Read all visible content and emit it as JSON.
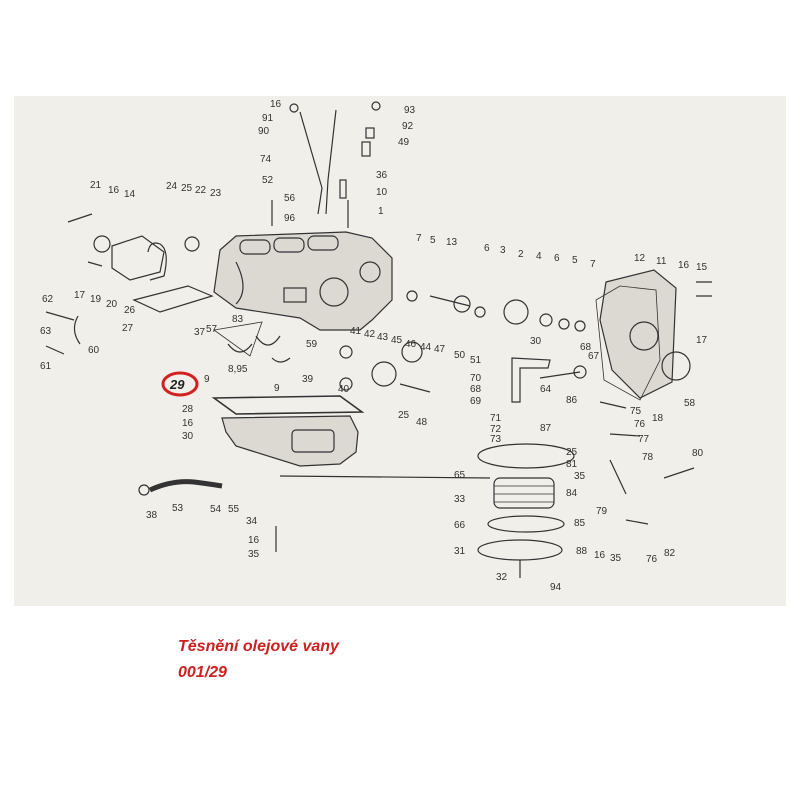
{
  "caption": {
    "title": "Těsnění olejové vany",
    "code": "001/29"
  },
  "highlight": {
    "label": "29",
    "color": "#d32020"
  },
  "callouts": [
    {
      "id": "c93",
      "label": "93"
    },
    {
      "id": "c92",
      "label": "92"
    },
    {
      "id": "c49",
      "label": "49"
    },
    {
      "id": "c16a",
      "label": "16"
    },
    {
      "id": "c91",
      "label": "91"
    },
    {
      "id": "c90",
      "label": "90"
    },
    {
      "id": "c74",
      "label": "74"
    },
    {
      "id": "c52",
      "label": "52"
    },
    {
      "id": "c36",
      "label": "36"
    },
    {
      "id": "c56",
      "label": "56"
    },
    {
      "id": "c10",
      "label": "10"
    },
    {
      "id": "c96",
      "label": "96"
    },
    {
      "id": "c1",
      "label": "1"
    },
    {
      "id": "c21",
      "label": "21"
    },
    {
      "id": "c16b",
      "label": "16"
    },
    {
      "id": "c14",
      "label": "14"
    },
    {
      "id": "c24",
      "label": "24"
    },
    {
      "id": "c25",
      "label": "25"
    },
    {
      "id": "c22",
      "label": "22"
    },
    {
      "id": "c23",
      "label": "23"
    },
    {
      "id": "c17a",
      "label": "17"
    },
    {
      "id": "c19",
      "label": "19"
    },
    {
      "id": "c20",
      "label": "20"
    },
    {
      "id": "c26",
      "label": "26"
    },
    {
      "id": "c62",
      "label": "62"
    },
    {
      "id": "c63",
      "label": "63"
    },
    {
      "id": "c27",
      "label": "27"
    },
    {
      "id": "c60",
      "label": "60"
    },
    {
      "id": "c61",
      "label": "61"
    },
    {
      "id": "c37",
      "label": "37"
    },
    {
      "id": "c57",
      "label": "57"
    },
    {
      "id": "c83",
      "label": "83"
    },
    {
      "id": "c9a",
      "label": "9"
    },
    {
      "id": "c895",
      "label": "8,95"
    },
    {
      "id": "c9b",
      "label": "9"
    },
    {
      "id": "c28",
      "label": "28"
    },
    {
      "id": "c16c",
      "label": "16"
    },
    {
      "id": "c30a",
      "label": "30"
    },
    {
      "id": "c38",
      "label": "38"
    },
    {
      "id": "c53",
      "label": "53"
    },
    {
      "id": "c54",
      "label": "54"
    },
    {
      "id": "c55",
      "label": "55"
    },
    {
      "id": "c34",
      "label": "34"
    },
    {
      "id": "c16d",
      "label": "16"
    },
    {
      "id": "c35a",
      "label": "35"
    },
    {
      "id": "c7a",
      "label": "7"
    },
    {
      "id": "c5a",
      "label": "5"
    },
    {
      "id": "c13",
      "label": "13"
    },
    {
      "id": "c6a",
      "label": "6"
    },
    {
      "id": "c3",
      "label": "3"
    },
    {
      "id": "c2",
      "label": "2"
    },
    {
      "id": "c4",
      "label": "4"
    },
    {
      "id": "c6b",
      "label": "6"
    },
    {
      "id": "c5b",
      "label": "5"
    },
    {
      "id": "c7b",
      "label": "7"
    },
    {
      "id": "c59",
      "label": "59"
    },
    {
      "id": "c41",
      "label": "41"
    },
    {
      "id": "c42",
      "label": "42"
    },
    {
      "id": "c43",
      "label": "43"
    },
    {
      "id": "c45",
      "label": "45"
    },
    {
      "id": "c46",
      "label": "46"
    },
    {
      "id": "c44",
      "label": "44"
    },
    {
      "id": "c47",
      "label": "47"
    },
    {
      "id": "c39",
      "label": "39"
    },
    {
      "id": "c40",
      "label": "40"
    },
    {
      "id": "c25b",
      "label": "25"
    },
    {
      "id": "c48",
      "label": "48"
    },
    {
      "id": "c50",
      "label": "50"
    },
    {
      "id": "c51",
      "label": "51"
    },
    {
      "id": "c70",
      "label": "70"
    },
    {
      "id": "c68a",
      "label": "68"
    },
    {
      "id": "c69",
      "label": "69"
    },
    {
      "id": "c64",
      "label": "64"
    },
    {
      "id": "c30b",
      "label": "30"
    },
    {
      "id": "c68b",
      "label": "68"
    },
    {
      "id": "c67",
      "label": "67"
    },
    {
      "id": "c86",
      "label": "86"
    },
    {
      "id": "c71",
      "label": "71"
    },
    {
      "id": "c72",
      "label": "72"
    },
    {
      "id": "c73",
      "label": "73"
    },
    {
      "id": "c87",
      "label": "87"
    },
    {
      "id": "c65",
      "label": "65"
    },
    {
      "id": "c33",
      "label": "33"
    },
    {
      "id": "c84",
      "label": "84"
    },
    {
      "id": "c66",
      "label": "66"
    },
    {
      "id": "c85",
      "label": "85"
    },
    {
      "id": "c31",
      "label": "31"
    },
    {
      "id": "c88",
      "label": "88"
    },
    {
      "id": "c16e",
      "label": "16"
    },
    {
      "id": "c35b",
      "label": "35"
    },
    {
      "id": "c32",
      "label": "32"
    },
    {
      "id": "c94",
      "label": "94"
    },
    {
      "id": "c12",
      "label": "12"
    },
    {
      "id": "c11",
      "label": "11"
    },
    {
      "id": "c16f",
      "label": "16"
    },
    {
      "id": "c15",
      "label": "15"
    },
    {
      "id": "c17b",
      "label": "17"
    },
    {
      "id": "c58",
      "label": "58"
    },
    {
      "id": "c75",
      "label": "75"
    },
    {
      "id": "c76a",
      "label": "76"
    },
    {
      "id": "c18",
      "label": "18"
    },
    {
      "id": "c77",
      "label": "77"
    },
    {
      "id": "c78",
      "label": "78"
    },
    {
      "id": "c80",
      "label": "80"
    },
    {
      "id": "c25c",
      "label": "25"
    },
    {
      "id": "c81",
      "label": "81"
    },
    {
      "id": "c35c",
      "label": "35"
    },
    {
      "id": "c79",
      "label": "79"
    },
    {
      "id": "c76b",
      "label": "76"
    },
    {
      "id": "c82",
      "label": "82"
    }
  ]
}
